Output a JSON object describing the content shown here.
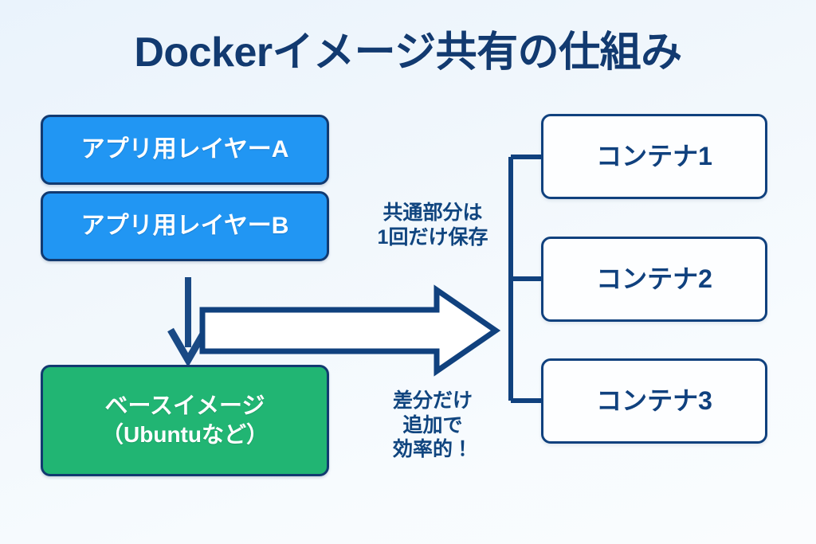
{
  "page": {
    "title": "Dockerイメージ共有の仕組み",
    "background_top_color": "#eaf3fc",
    "background_bottom_color": "#fafcfe"
  },
  "palette": {
    "navy": "#123a70",
    "line_navy": "#10417e",
    "layer_blue": "#2196f3",
    "base_green": "#21b573",
    "container_white": "#fdfeff",
    "text_navy": "#10457f"
  },
  "left_stack": {
    "layers": [
      {
        "label": "アプリ用レイヤーA",
        "color": "#2196f3"
      },
      {
        "label": "アプリ用レイヤーB",
        "color": "#2196f3"
      }
    ],
    "base_image": {
      "line1": "ベースイメージ",
      "line2": "（Ubuntuなど）",
      "color": "#21b573"
    }
  },
  "callouts": {
    "top": {
      "line1": "共通部分は",
      "line2": "1回だけ保存"
    },
    "bottom": {
      "line1": "差分だけ",
      "line2": "追加で",
      "line3": "効率的！"
    }
  },
  "containers": [
    {
      "label": "コンテナ1"
    },
    {
      "label": "コンテナ2"
    },
    {
      "label": "コンテナ3"
    }
  ],
  "arrows": {
    "down_arrow_name": "stack-to-base-down-arrow",
    "big_arrow_name": "share-block-arrow",
    "bracket_name": "container-fanout-bracket"
  }
}
